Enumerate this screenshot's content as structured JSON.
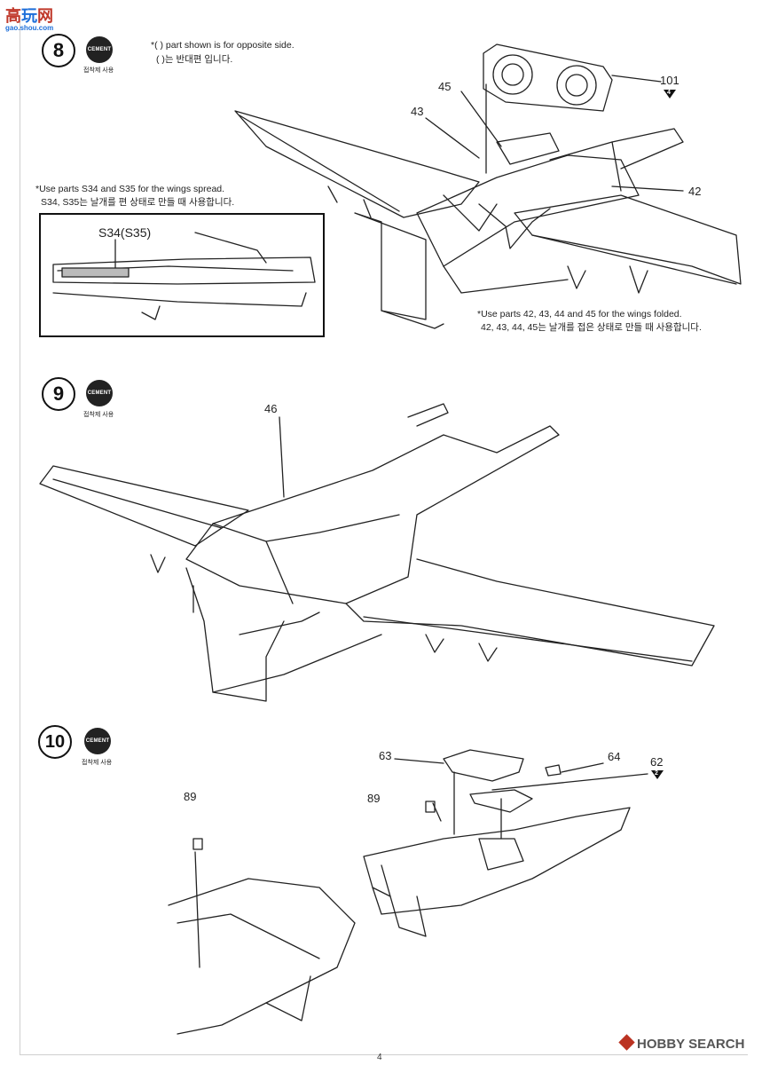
{
  "watermark_top": {
    "logo": "高",
    "text_big": "玩",
    "suffix": "网",
    "site": "gao.shou.com"
  },
  "steps": [
    {
      "number": "8",
      "cement": "CEMENT",
      "cement_note": "접착제 사용"
    },
    {
      "number": "9",
      "cement": "CEMENT",
      "cement_note": "접착제 사용"
    },
    {
      "number": "10",
      "cement": "CEMENT",
      "cement_note": "접착제 사용"
    }
  ],
  "step8": {
    "opposite_note_en": "*(    ) part shown is for opposite side.",
    "opposite_note_ko": "(    )는  반대편 입니다.",
    "spread_note_en": "*Use parts S34 and S35 for the wings spread.",
    "spread_note_ko": "S34, S35는 날개를 편 상태로 만들 때 사용합니다.",
    "inset_label": "S34(S35)",
    "folded_note_en": "*Use parts 42, 43, 44 and 45 for the wings folded.",
    "folded_note_ko": "42, 43, 44, 45는 날개를 접은 상태로 만들 때 사용합니다.",
    "parts": {
      "p45": "45",
      "p43": "43",
      "p101": "101",
      "p101_ref": "4",
      "p42": "42"
    }
  },
  "step9": {
    "parts": {
      "p46": "46"
    }
  },
  "step10": {
    "parts": {
      "p63": "63",
      "p64": "64",
      "p62": "62",
      "p62_ref": "2",
      "p89a": "89",
      "p89b": "89"
    }
  },
  "footer": {
    "page": "4",
    "brand": "HOBBY SEARCH"
  }
}
